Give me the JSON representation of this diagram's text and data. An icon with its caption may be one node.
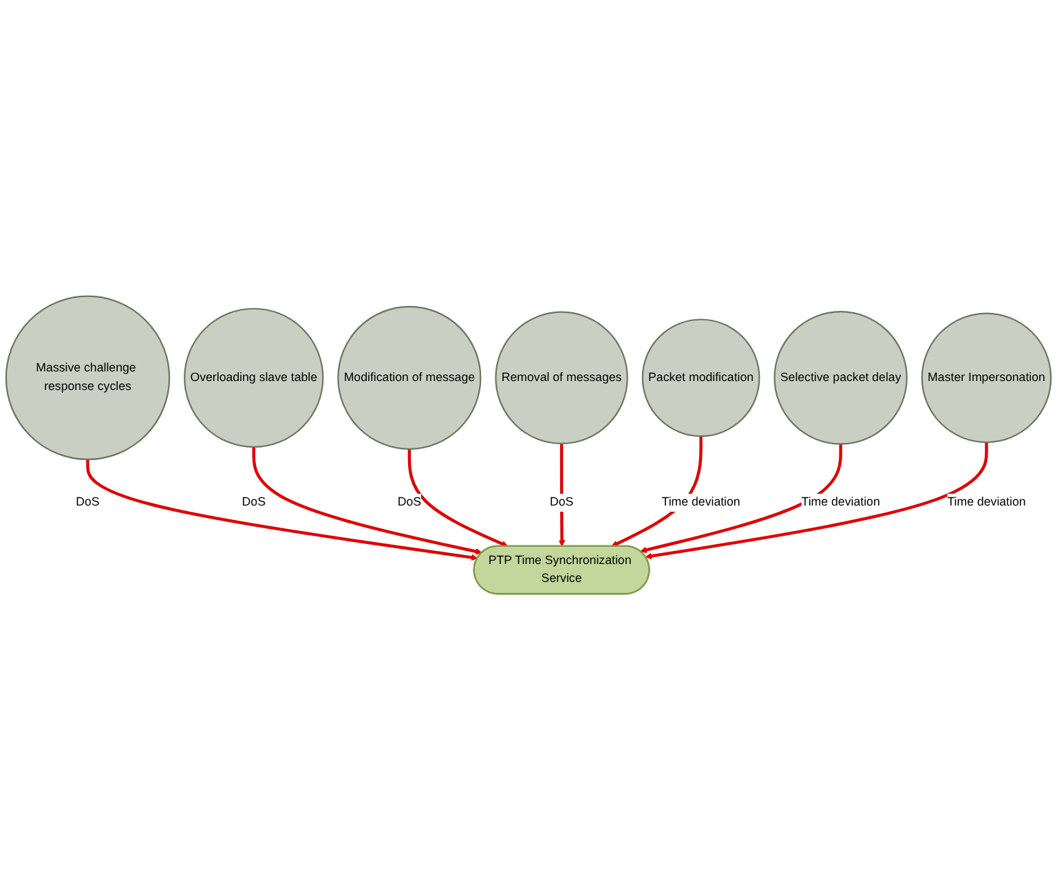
{
  "diagram": {
    "nodes": [
      {
        "text": [
          "PTP Time Synchronization Service"
        ]
      },
      {
        "text": [
          "Massive challenge response cycles"
        ]
      },
      {
        "text": [
          "Overloading slave table"
        ]
      },
      {
        "text": [
          "Modification of message"
        ]
      },
      {
        "text": [
          "Removal of messages"
        ]
      },
      {
        "text": [
          "Packet modification"
        ]
      },
      {
        "text": [
          "Selective packet delay"
        ]
      },
      {
        "text": [
          "Master Impersonation"
        ]
      }
    ],
    "edges": [
      {
        "from": 1,
        "to": 0,
        "arrow": "to",
        "label": "DoS"
      },
      {
        "from": 2,
        "to": 0,
        "arrow": "to",
        "label": "DoS"
      },
      {
        "from": 3,
        "to": 0,
        "arrow": "to",
        "label": "DoS"
      },
      {
        "from": 4,
        "to": 0,
        "arrow": "to",
        "label": "DoS"
      },
      {
        "from": 5,
        "to": 0,
        "arrow": "to",
        "label": "Time deviation"
      },
      {
        "from": 6,
        "to": 0,
        "arrow": "to",
        "label": "Time deviation"
      },
      {
        "from": 7,
        "to": 0,
        "arrow": "to",
        "label": "Time deviation"
      }
    ]
  }
}
